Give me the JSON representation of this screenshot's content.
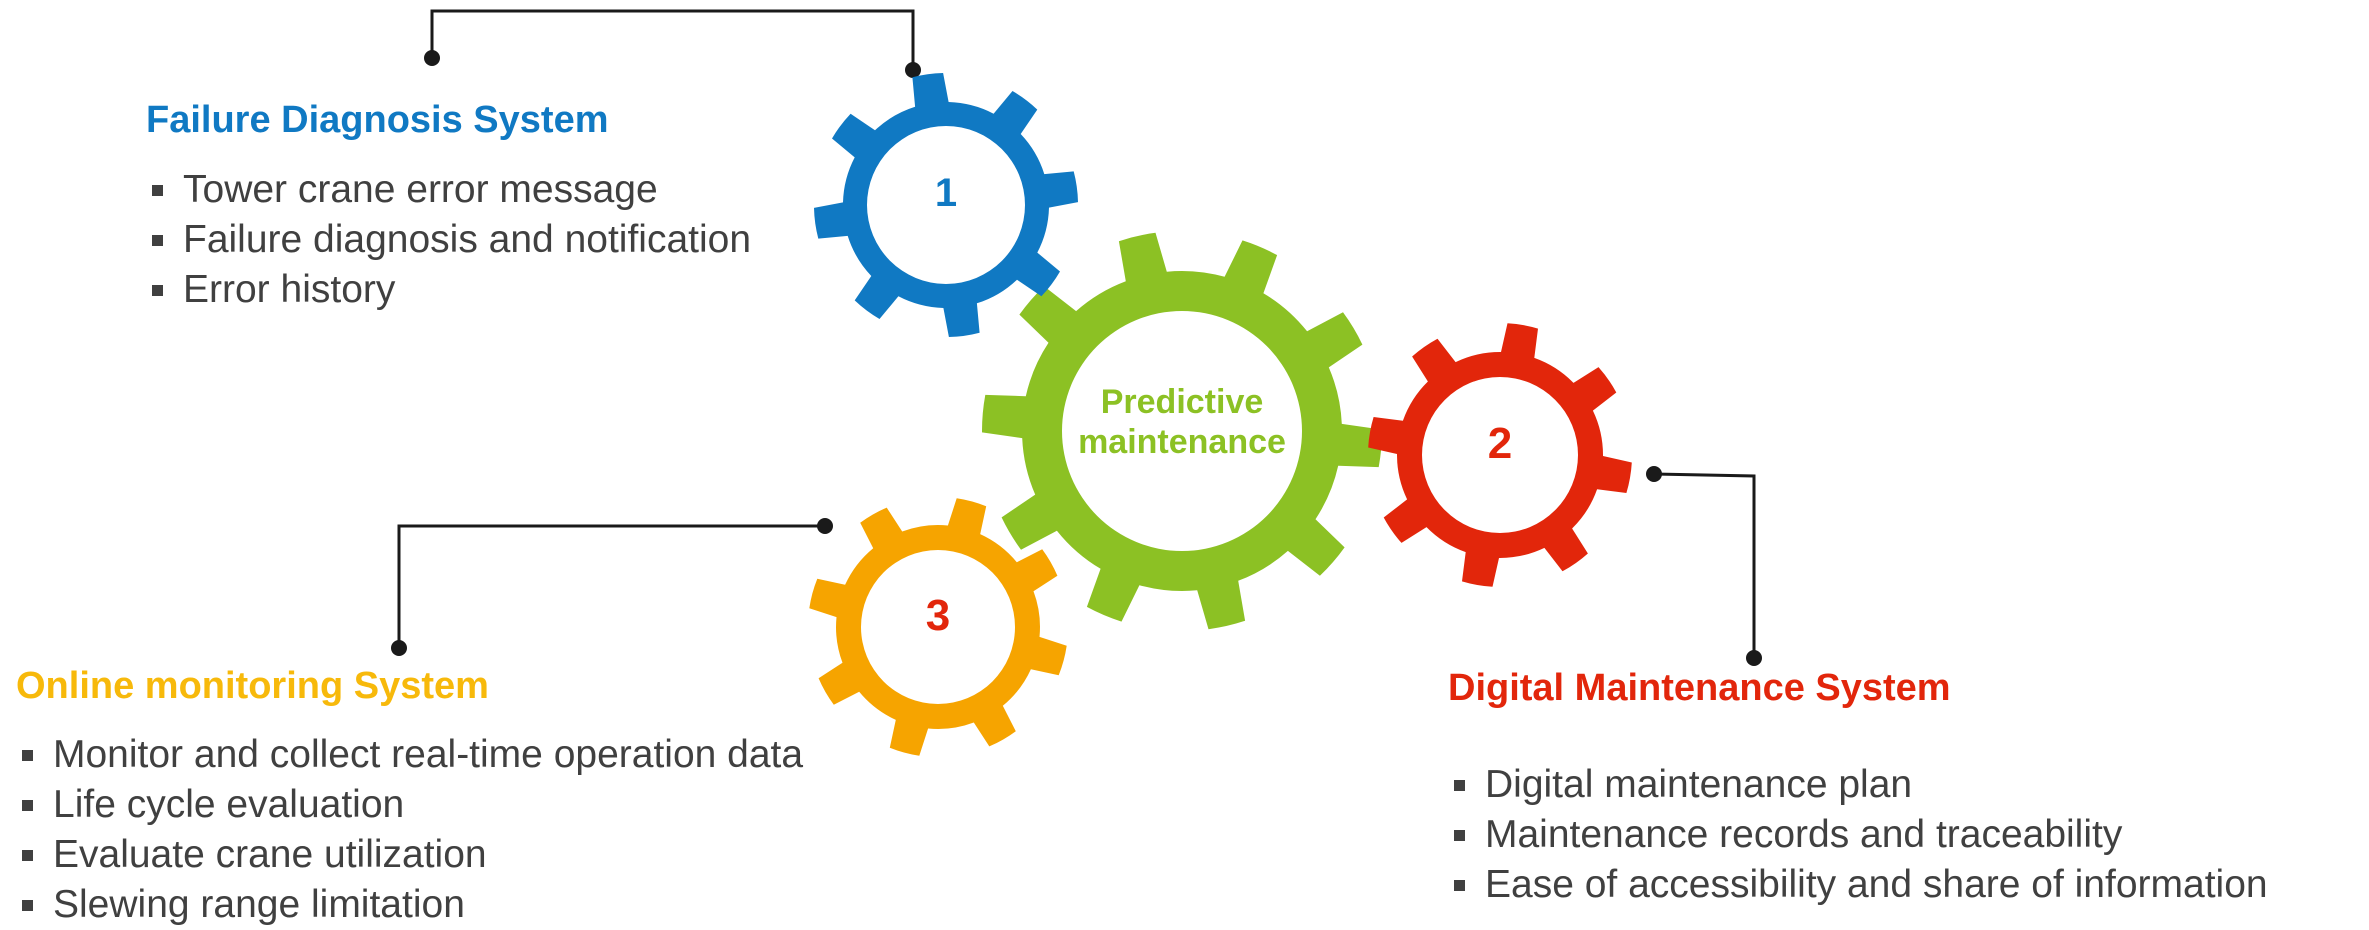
{
  "center": {
    "label_line1": "Predictive",
    "label_line2": "maintenance"
  },
  "gears": {
    "one": {
      "number": "1"
    },
    "two": {
      "number": "2"
    },
    "three": {
      "number": "3"
    }
  },
  "panels": {
    "failure": {
      "title": "Failure Diagnosis System",
      "items": [
        "Tower crane error message",
        "Failure diagnosis and notification",
        "Error history"
      ]
    },
    "online": {
      "title": "Online monitoring System",
      "items": [
        "Monitor and collect real-time operation data",
        "Life cycle evaluation",
        "Evaluate crane utilization",
        "Slewing range limitation"
      ]
    },
    "digital": {
      "title": "Digital Maintenance System",
      "items": [
        "Digital maintenance plan",
        "Maintenance records and traceability",
        "Ease of accessibility and share of information"
      ]
    }
  },
  "colors": {
    "blue": "#1079c3",
    "green": "#8cc124",
    "red": "#e2260b",
    "orange": "#f6a400",
    "yellow_title": "#f7b90b",
    "text": "#404040",
    "connector": "#1a1a1a"
  },
  "icons": {
    "bullet": "square-bullet-icon"
  }
}
